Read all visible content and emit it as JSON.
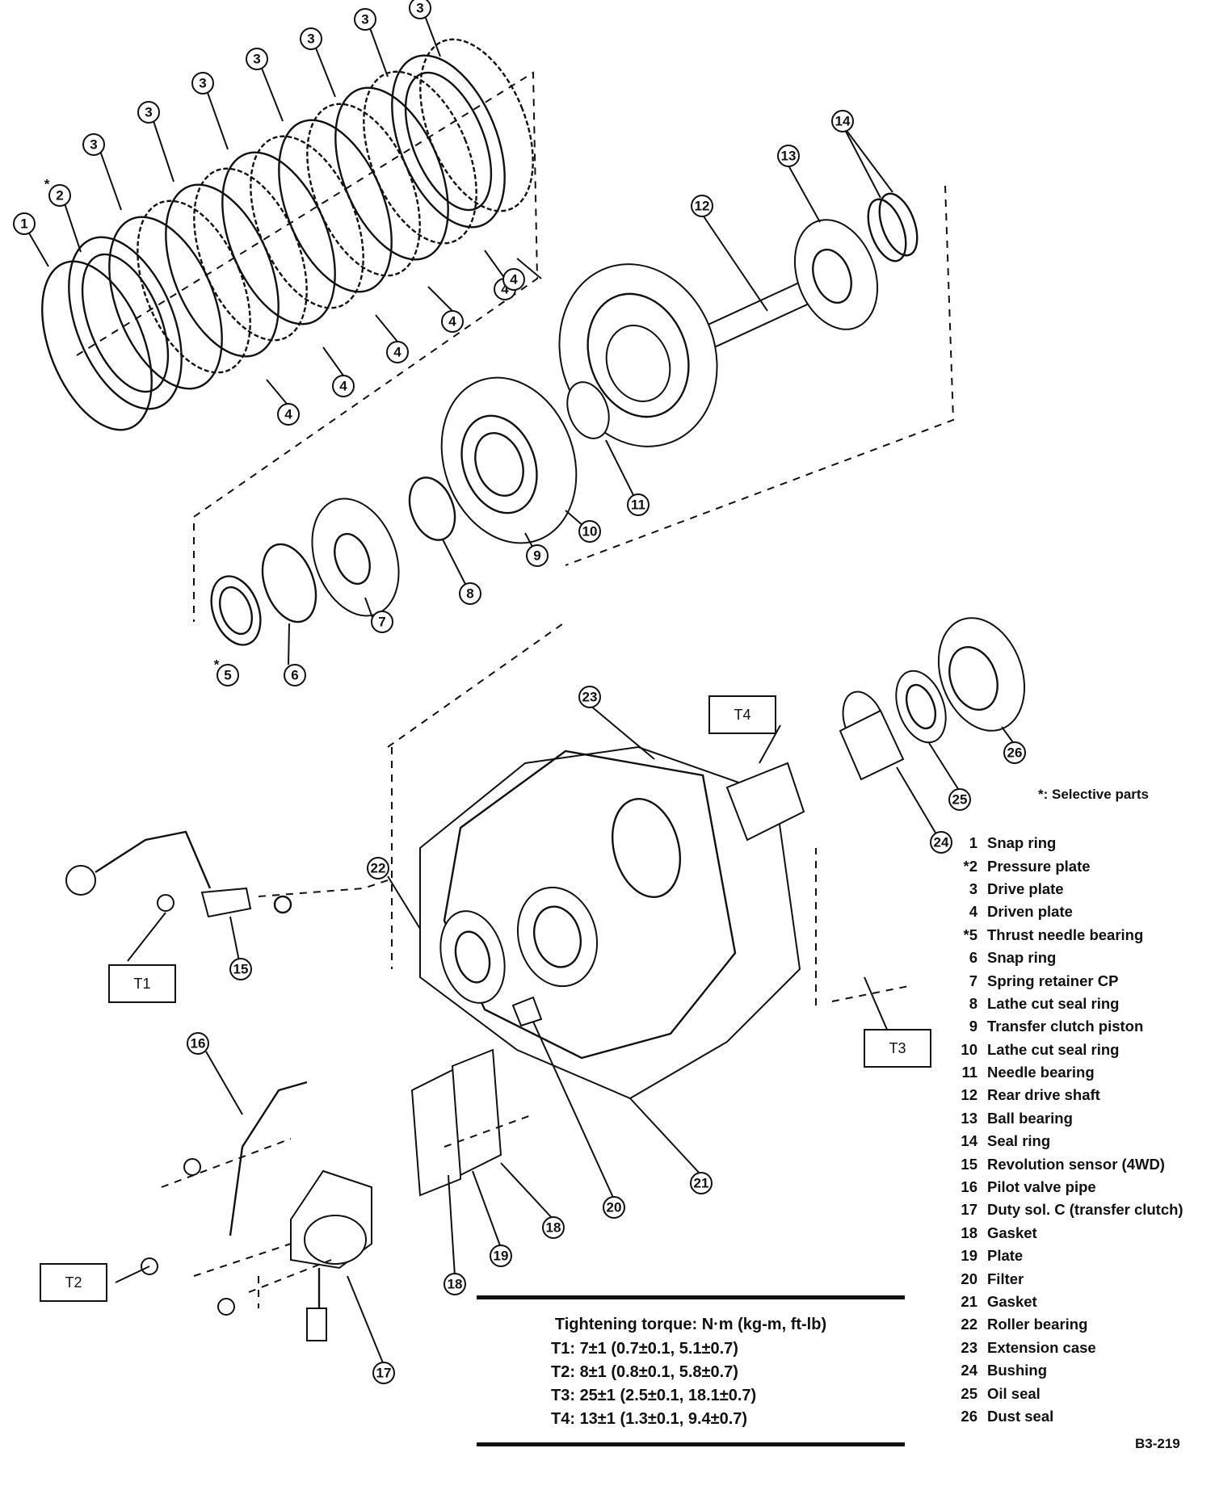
{
  "selective_note": "*: Selective parts",
  "legend": [
    {
      "num": "1",
      "name": "Snap ring"
    },
    {
      "num": "*2",
      "name": "Pressure plate"
    },
    {
      "num": "3",
      "name": "Drive plate"
    },
    {
      "num": "4",
      "name": "Driven plate"
    },
    {
      "num": "*5",
      "name": "Thrust needle bearing"
    },
    {
      "num": "6",
      "name": "Snap ring"
    },
    {
      "num": "7",
      "name": "Spring retainer CP"
    },
    {
      "num": "8",
      "name": "Lathe cut seal ring"
    },
    {
      "num": "9",
      "name": "Transfer clutch piston"
    },
    {
      "num": "10",
      "name": "Lathe cut seal ring"
    },
    {
      "num": "11",
      "name": "Needle bearing"
    },
    {
      "num": "12",
      "name": "Rear drive shaft"
    },
    {
      "num": "13",
      "name": "Ball bearing"
    },
    {
      "num": "14",
      "name": "Seal ring"
    },
    {
      "num": "15",
      "name": "Revolution sensor (4WD)"
    },
    {
      "num": "16",
      "name": "Pilot valve pipe"
    },
    {
      "num": "17",
      "name": "Duty sol. C (transfer clutch)"
    },
    {
      "num": "18",
      "name": "Gasket"
    },
    {
      "num": "19",
      "name": "Plate"
    },
    {
      "num": "20",
      "name": "Filter"
    },
    {
      "num": "21",
      "name": "Gasket"
    },
    {
      "num": "22",
      "name": "Roller bearing"
    },
    {
      "num": "23",
      "name": "Extension case"
    },
    {
      "num": "24",
      "name": "Bushing"
    },
    {
      "num": "25",
      "name": "Oil seal"
    },
    {
      "num": "26",
      "name": "Dust seal"
    }
  ],
  "torque": {
    "title": "Tightening torque:  N·m (kg-m, ft-lb)",
    "rows": [
      {
        "label": "T1:",
        "value": "7±1 (0.7±0.1, 5.1±0.7)"
      },
      {
        "label": "T2:",
        "value": "8±1 (0.8±0.1, 5.8±0.7)"
      },
      {
        "label": "T3:",
        "value": "25±1 (2.5±0.1, 18.1±0.7)"
      },
      {
        "label": "T4:",
        "value": "13±1 (1.3±0.1, 9.4±0.7)"
      }
    ]
  },
  "torque_boxes": {
    "t1": "T1",
    "t2": "T2",
    "t3": "T3",
    "t4": "T4"
  },
  "callouts": {
    "c1": "1",
    "c2": "2",
    "c2_star": "*",
    "c3a": "3",
    "c3b": "3",
    "c3c": "3",
    "c3d": "3",
    "c3e": "3",
    "c3f": "3",
    "c3g": "3",
    "c4a": "4",
    "c4b": "4",
    "c4c": "4",
    "c4d": "4",
    "c4e": "4",
    "c4f": "4",
    "c5": "5",
    "c5_star": "*",
    "c6": "6",
    "c7": "7",
    "c8": "8",
    "c9": "9",
    "c10": "10",
    "c11": "11",
    "c12": "12",
    "c13": "13",
    "c14": "14",
    "c15": "15",
    "c16": "16",
    "c17": "17",
    "c18a": "18",
    "c18b": "18",
    "c19": "19",
    "c20": "20",
    "c21": "21",
    "c22": "22",
    "c23": "23",
    "c24": "24",
    "c25": "25",
    "c26": "26"
  },
  "figure_code": "B3-219"
}
